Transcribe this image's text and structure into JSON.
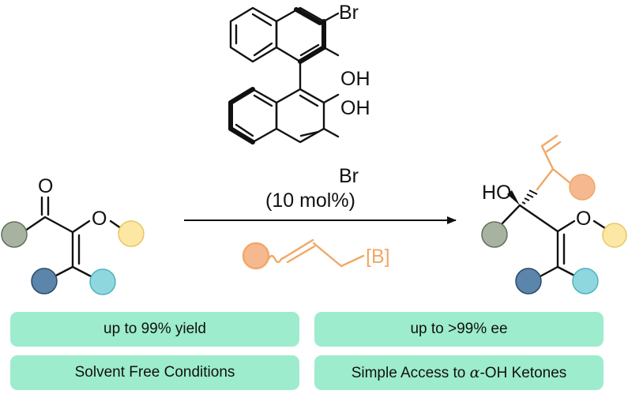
{
  "catalyst": {
    "bromo_top": "Br",
    "hydroxy_top": "OH",
    "hydroxy_bottom": "OH",
    "bromo_bottom": "Br",
    "loading": "(10 mol%)"
  },
  "substrate": {
    "carbonyl_oxygen": "O",
    "ether_oxygen": "O"
  },
  "reagent": {
    "boron_label": "[B]"
  },
  "product": {
    "hydroxyl_label": "HO",
    "ether_oxygen": "O"
  },
  "highlights": {
    "yield": "up to 99% yield",
    "ee": "up to >99% ee",
    "conditions": "Solvent Free Conditions",
    "access_prefix": "Simple Access to ",
    "access_alpha": "α",
    "access_suffix": "-OH Ketones"
  },
  "colors": {
    "substituent_grey": "#a7b3a0",
    "substituent_yellow": "#fde7a4",
    "substituent_blue": "#5b85aa",
    "substituent_teal": "#8fd7df",
    "substituent_orange": "#f6b88f",
    "allyl_orange": "#f0a868",
    "pill_green": "#9deccd"
  }
}
